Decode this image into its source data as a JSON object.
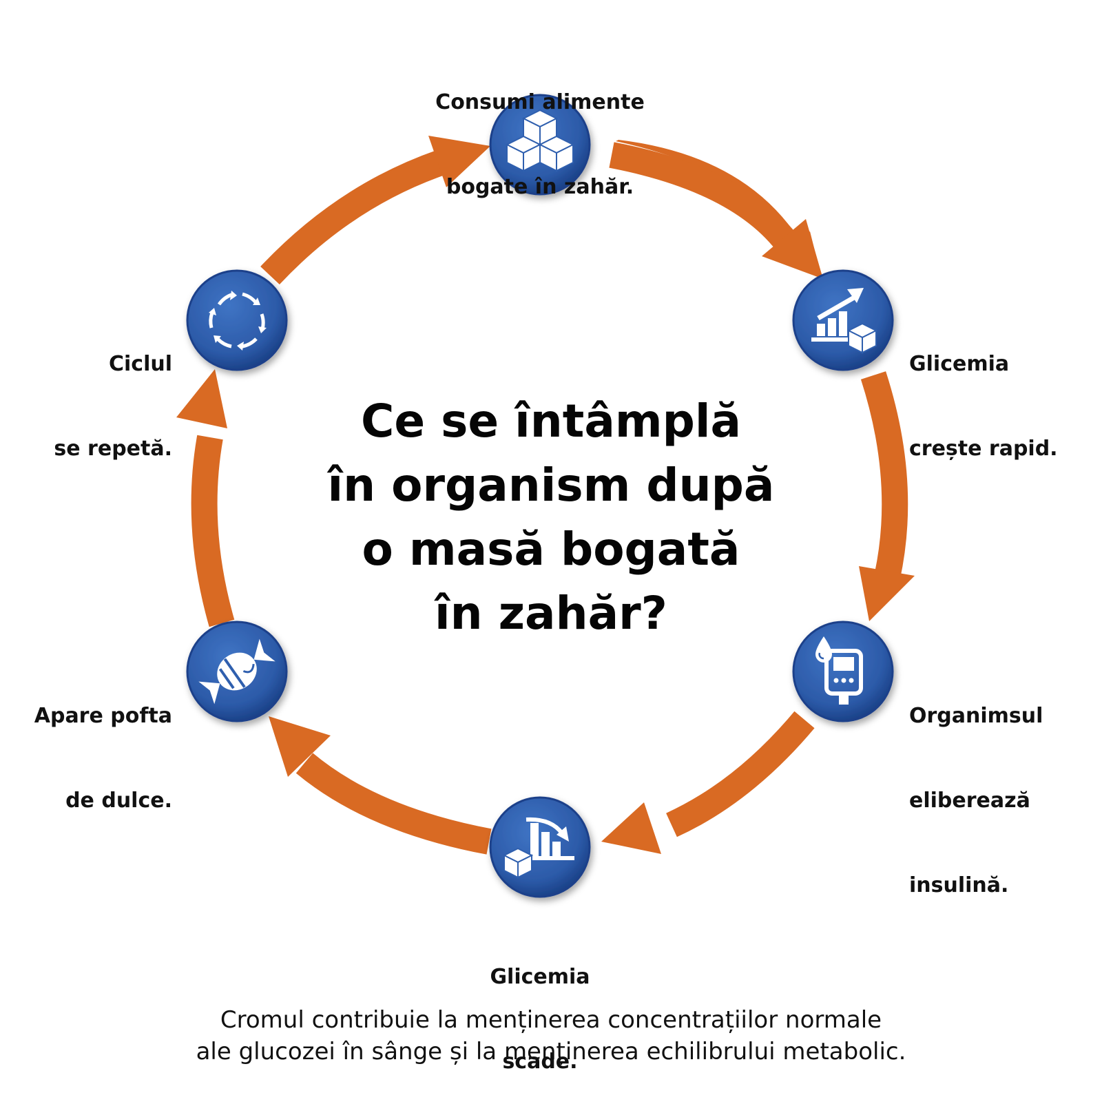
{
  "title_lines": [
    "Ce se întâmplă",
    "în organism după",
    "o masă bogată",
    "în zahăr?"
  ],
  "steps": [
    {
      "lines": [
        "Consumi alimente",
        "bogate în zahăr."
      ],
      "icon": "sugar-cubes-icon"
    },
    {
      "lines": [
        "Glicemia",
        "crește rapid."
      ],
      "icon": "rising-chart-icon"
    },
    {
      "lines": [
        "Organimsul",
        "eliberează",
        "insulină."
      ],
      "icon": "glucose-meter-icon"
    },
    {
      "lines": [
        "Glicemia",
        "scade."
      ],
      "icon": "falling-chart-icon"
    },
    {
      "lines": [
        "Apare pofta",
        "de dulce."
      ],
      "icon": "candy-icon"
    },
    {
      "lines": [
        "Ciclul",
        "se repetă."
      ],
      "icon": "cycle-icon"
    }
  ],
  "footer_lines": [
    "Cromul contribuie la menținerea concentrațiilor normale",
    "ale glucozei în sânge și la menținerea echilibrului metabolic."
  ],
  "colors": {
    "arrow": "#d96a23",
    "circle": "#2f5fae",
    "circle_dark": "#173f86",
    "icon": "#ffffff"
  }
}
